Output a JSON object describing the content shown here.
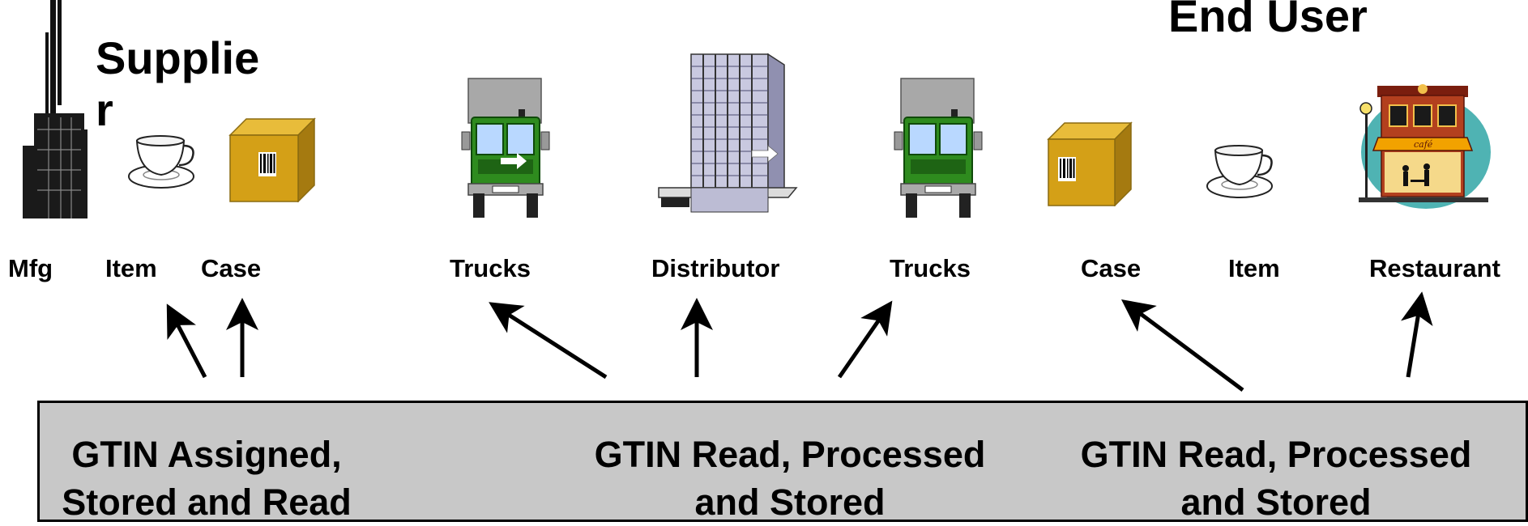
{
  "headers": {
    "supplier": "Supplie\nr",
    "end_user": "End User"
  },
  "labels": {
    "mfg": "Mfg",
    "item_left": "Item",
    "case_left": "Case",
    "trucks_left": "Trucks",
    "distributor": "Distributor",
    "trucks_right": "Trucks",
    "case_right": "Case",
    "item_right": "Item",
    "restaurant": "Restaurant"
  },
  "boxes": {
    "left": "GTIN Assigned,\nStored and Read",
    "middle": "GTIN Read, Processed\nand Stored",
    "right": "GTIN Read, Processed\nand Stored"
  },
  "icons": [
    "factory-icon",
    "teacup-icon",
    "case-box-icon",
    "truck-icon",
    "distributor-building-icon",
    "truck-icon",
    "case-box-icon",
    "teacup-icon",
    "cafe-icon"
  ],
  "colors": {
    "box_fill": "#c8c8c8",
    "truck_green": "#2e8b1e",
    "case_gold": "#d4a017",
    "text": "#000000"
  }
}
